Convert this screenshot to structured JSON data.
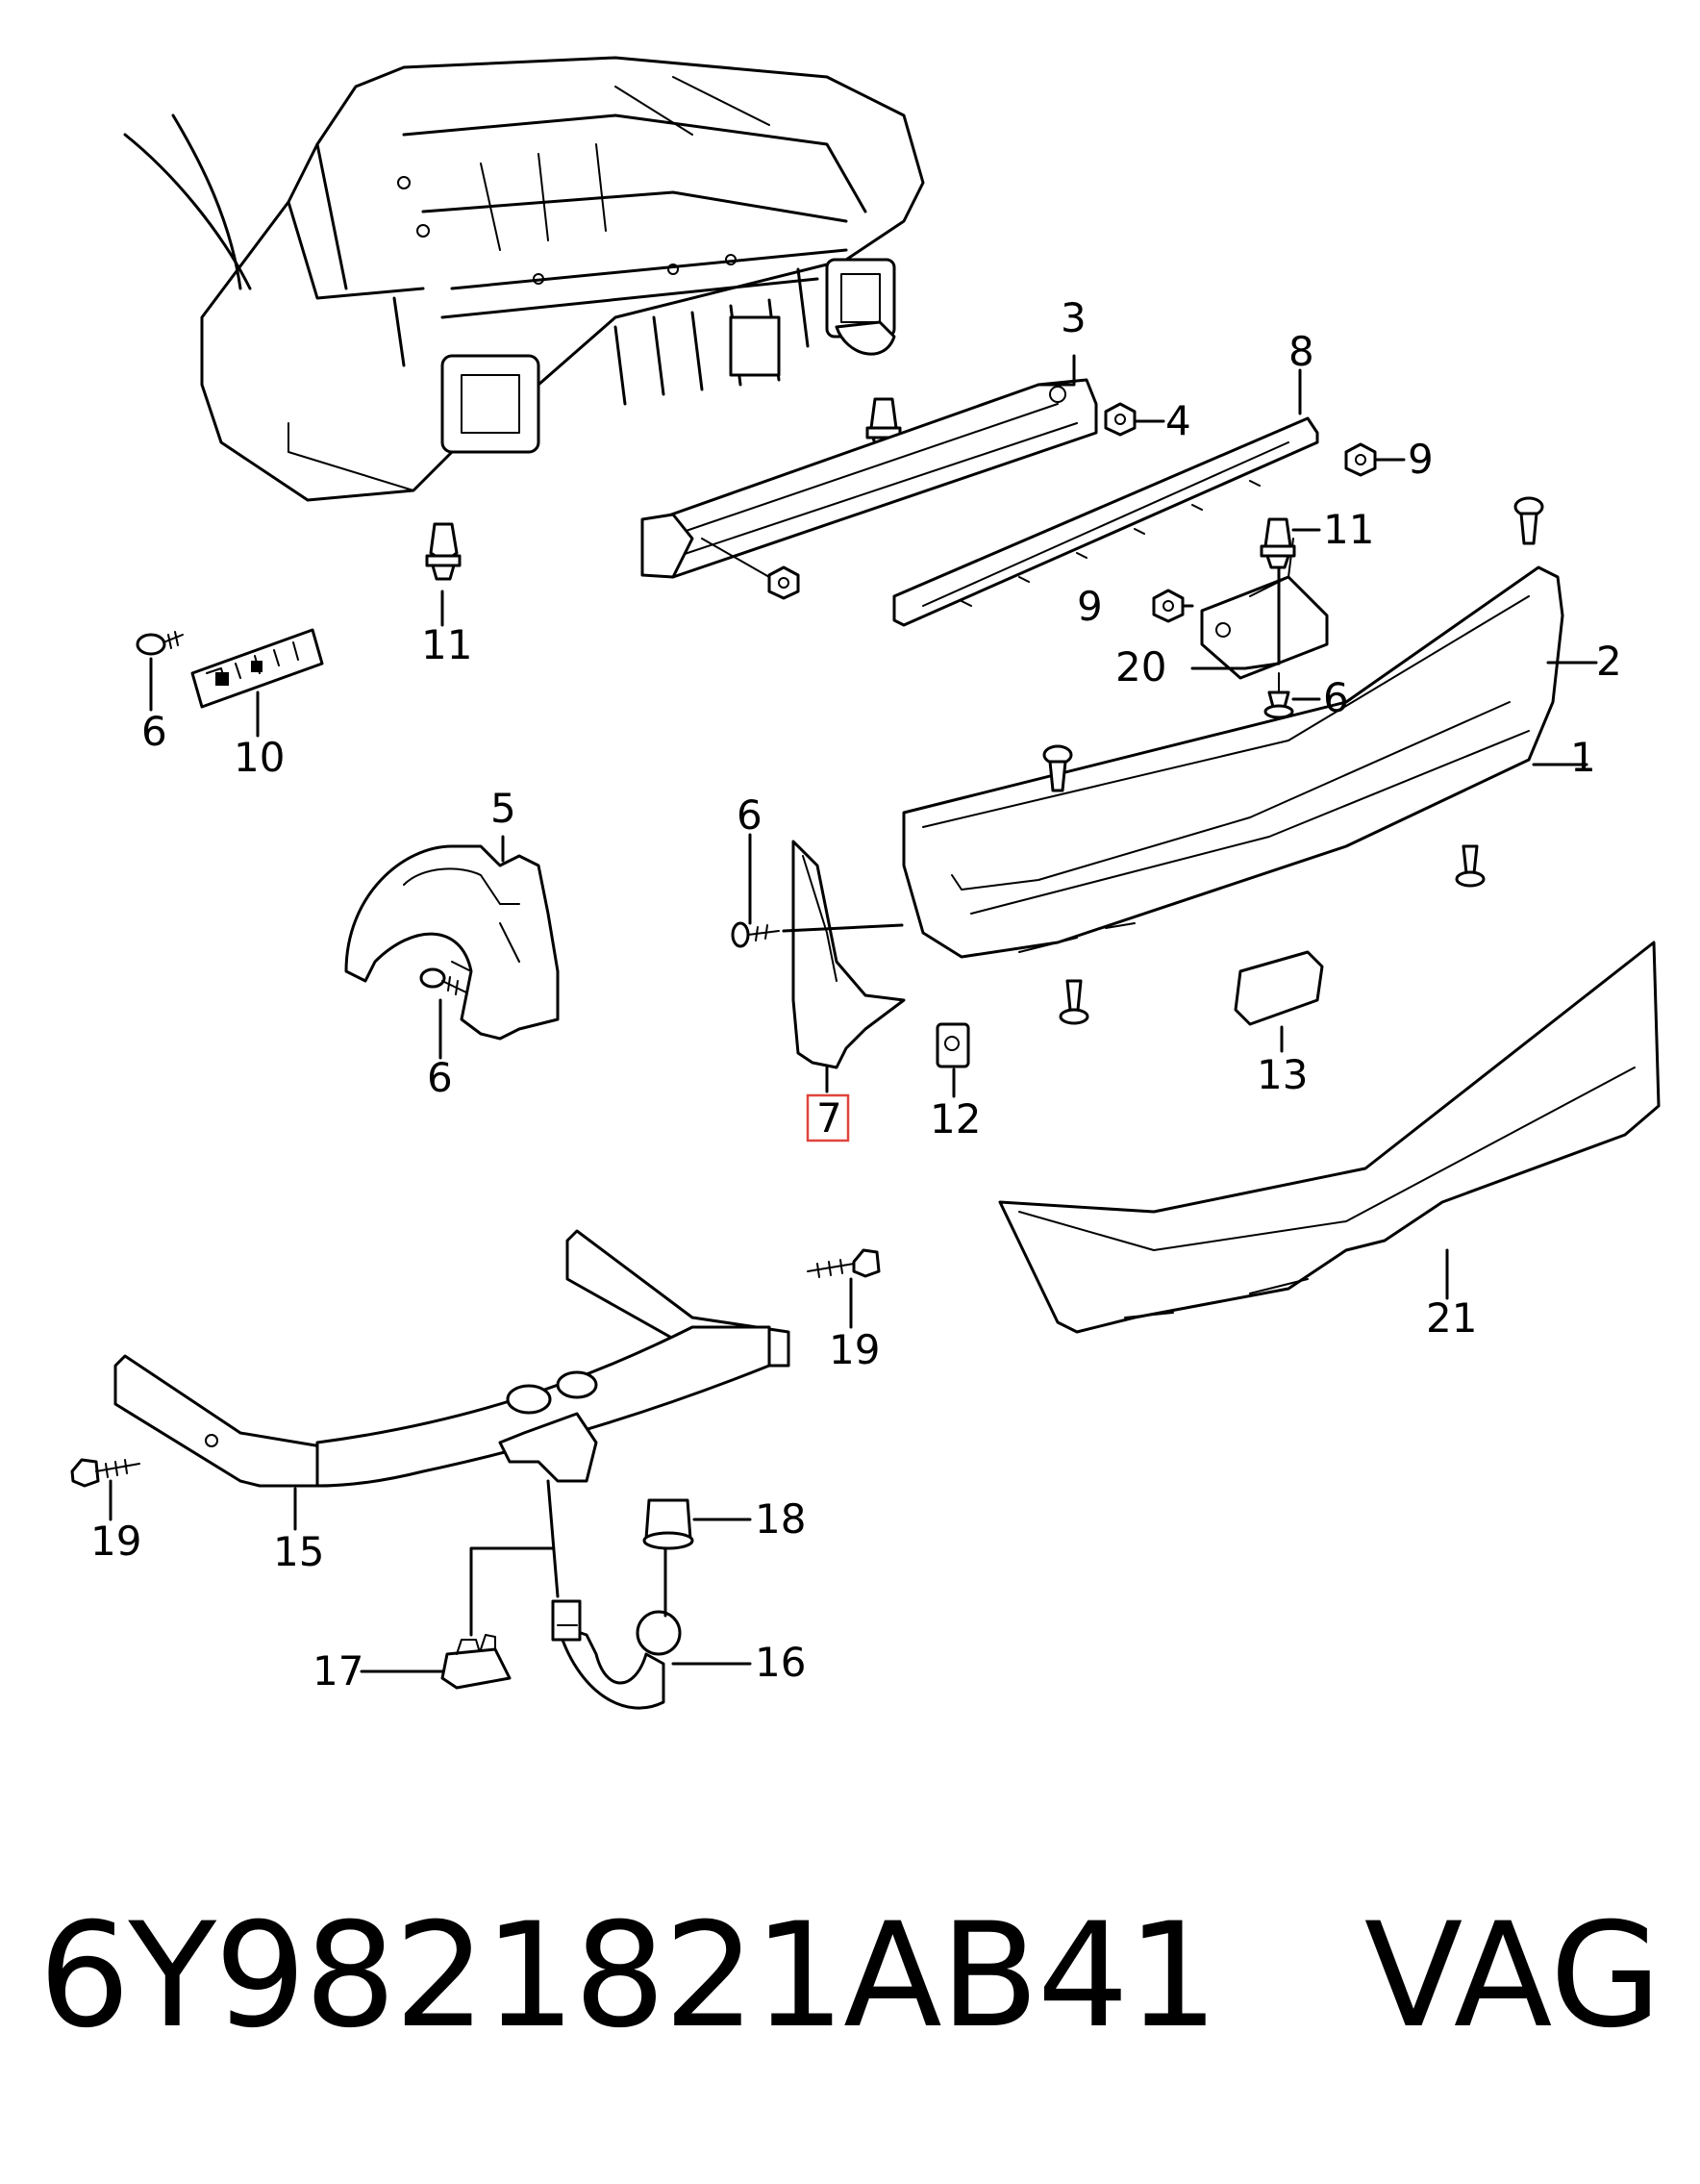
{
  "callouts": [
    {
      "id": "c1",
      "label": "1"
    },
    {
      "id": "c2",
      "label": "2"
    },
    {
      "id": "c3",
      "label": "3"
    },
    {
      "id": "c4",
      "label": "4"
    },
    {
      "id": "c5",
      "label": "5"
    },
    {
      "id": "c6a",
      "label": "6"
    },
    {
      "id": "c6b",
      "label": "6"
    },
    {
      "id": "c6c",
      "label": "6"
    },
    {
      "id": "c6d",
      "label": "6"
    },
    {
      "id": "c7",
      "label": "7",
      "highlighted": true
    },
    {
      "id": "c8",
      "label": "8"
    },
    {
      "id": "c9a",
      "label": "9"
    },
    {
      "id": "c9b",
      "label": "9"
    },
    {
      "id": "c10",
      "label": "10"
    },
    {
      "id": "c11a",
      "label": "11"
    },
    {
      "id": "c11b",
      "label": "11"
    },
    {
      "id": "c12",
      "label": "12"
    },
    {
      "id": "c13",
      "label": "13"
    },
    {
      "id": "c15",
      "label": "15"
    },
    {
      "id": "c16",
      "label": "16"
    },
    {
      "id": "c17",
      "label": "17"
    },
    {
      "id": "c18",
      "label": "18"
    },
    {
      "id": "c19a",
      "label": "19"
    },
    {
      "id": "c19b",
      "label": "19"
    },
    {
      "id": "c20",
      "label": "20"
    },
    {
      "id": "c21",
      "label": "21"
    }
  ],
  "highlight_color": "#e0443e",
  "footer": {
    "part_number": "6Y9821821AB41",
    "brand": "VAG"
  }
}
